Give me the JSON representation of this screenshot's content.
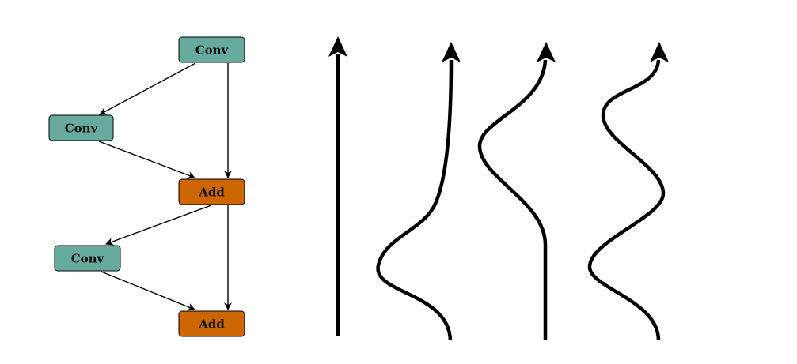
{
  "nodes": {
    "conv_top": {
      "label": "Conv",
      "type": "conv"
    },
    "conv_mid": {
      "label": "Conv",
      "type": "conv"
    },
    "add_mid": {
      "label": "Add",
      "type": "add"
    },
    "conv_bottom": {
      "label": "Conv",
      "type": "conv"
    },
    "add_bottom": {
      "label": "Add",
      "type": "add"
    }
  },
  "colors": {
    "conv_fill": "#67AB9F",
    "add_fill": "#CC6600",
    "stroke": "#000000"
  }
}
